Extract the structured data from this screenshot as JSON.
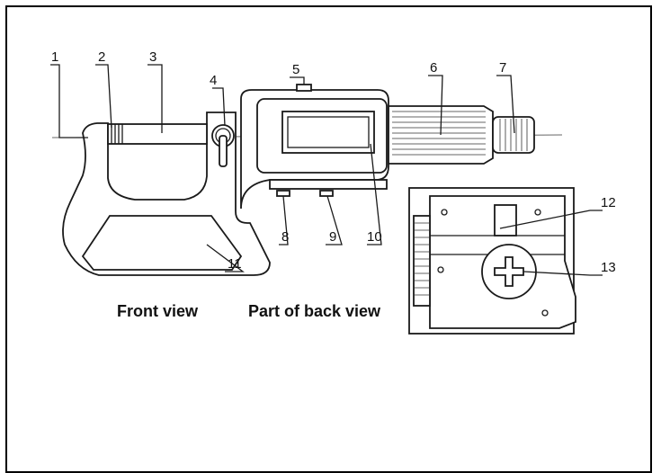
{
  "callouts": [
    "1",
    "2",
    "3",
    "4",
    "5",
    "6",
    "7",
    "8",
    "9",
    "10",
    "11",
    "12",
    "13"
  ],
  "captions": {
    "front": "Front view",
    "back": "Part of back view"
  }
}
